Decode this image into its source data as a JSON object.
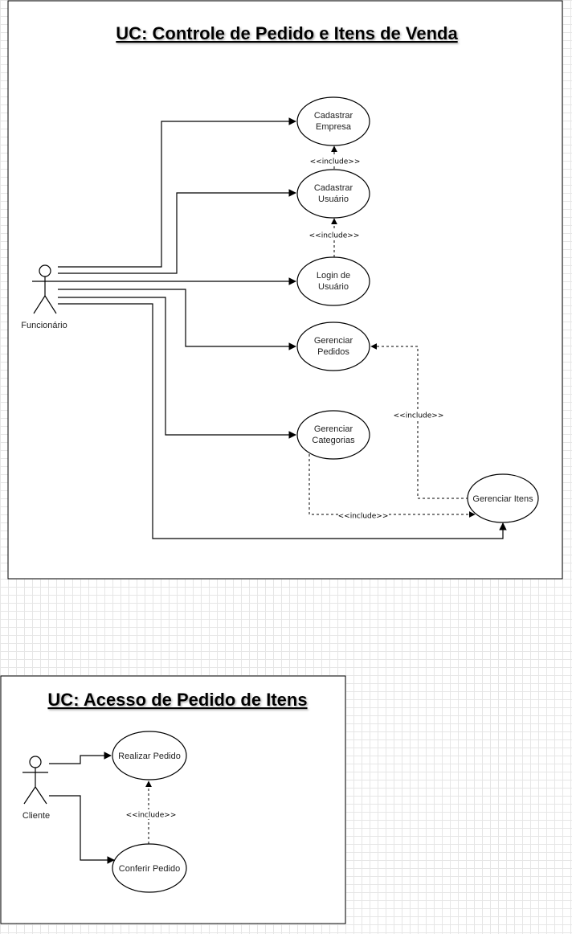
{
  "diagram1": {
    "title": "UC: Controle de Pedido e Itens de Venda",
    "actor": "Funcionário",
    "use_cases": {
      "cadastrar_empresa": [
        "Cadastrar",
        "Empresa"
      ],
      "cadastrar_usuario": [
        "Cadastrar",
        "Usuário"
      ],
      "login_usuario": [
        "Login de",
        "Usuário"
      ],
      "gerenciar_pedidos": [
        "Gerenciar",
        "Pedidos"
      ],
      "gerenciar_categorias": [
        "Gerenciar",
        "Categorias"
      ],
      "gerenciar_itens": "Gerenciar Itens"
    },
    "include_label": "<<include>>"
  },
  "diagram2": {
    "title": "UC: Acesso de Pedido de Itens",
    "actor": "Cliente",
    "use_cases": {
      "realizar_pedido": "Realizar Pedido",
      "conferir_pedido": "Conferir Pedido"
    },
    "include_label": "<<include>>"
  }
}
